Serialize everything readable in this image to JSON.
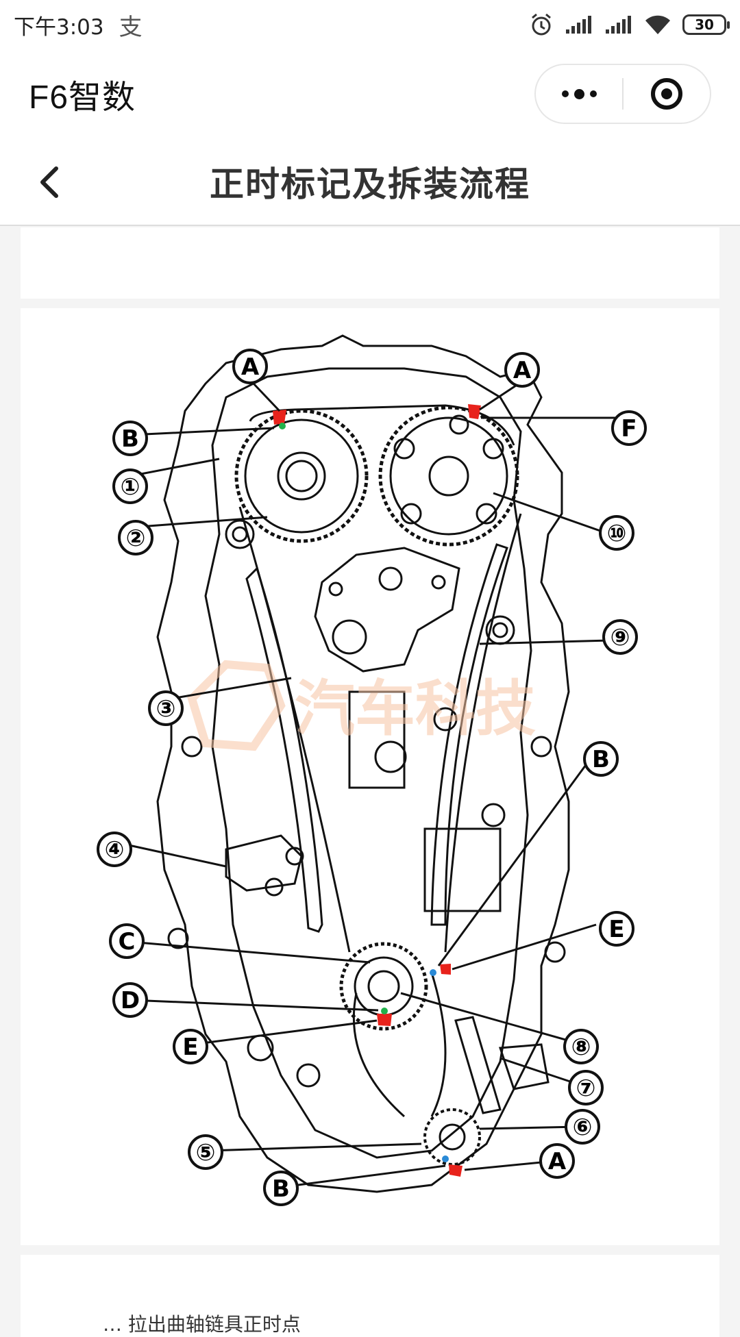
{
  "status_bar": {
    "time": "下午3:03",
    "battery": "30",
    "icons": [
      "alipay-icon",
      "alarm-icon",
      "signal-icon",
      "signal-icon",
      "wifi-icon",
      "battery-icon"
    ]
  },
  "app_bar": {
    "title": "F6智数",
    "menu_icon": "more-dots-icon",
    "close_icon": "target-icon"
  },
  "nav": {
    "title": "正时标记及拆装流程",
    "back_icon": "chevron-left-icon"
  },
  "diagram": {
    "watermark": "汽车科技",
    "callouts": [
      "A",
      "B",
      "①",
      "②",
      "A",
      "F",
      "⑩",
      "⑨",
      "③",
      "B",
      "④",
      "E",
      "C",
      "D",
      "E",
      "⑧",
      "⑦",
      "⑥",
      "⑤",
      "A",
      "B"
    ],
    "colors": {
      "mark_red": "#e8231c",
      "mark_green": "#21b24b",
      "mark_blue": "#2a8ad6",
      "watermark": "#f7c4a4"
    }
  },
  "text_card": {
    "step": "… 拉出曲轴链具正时点"
  }
}
